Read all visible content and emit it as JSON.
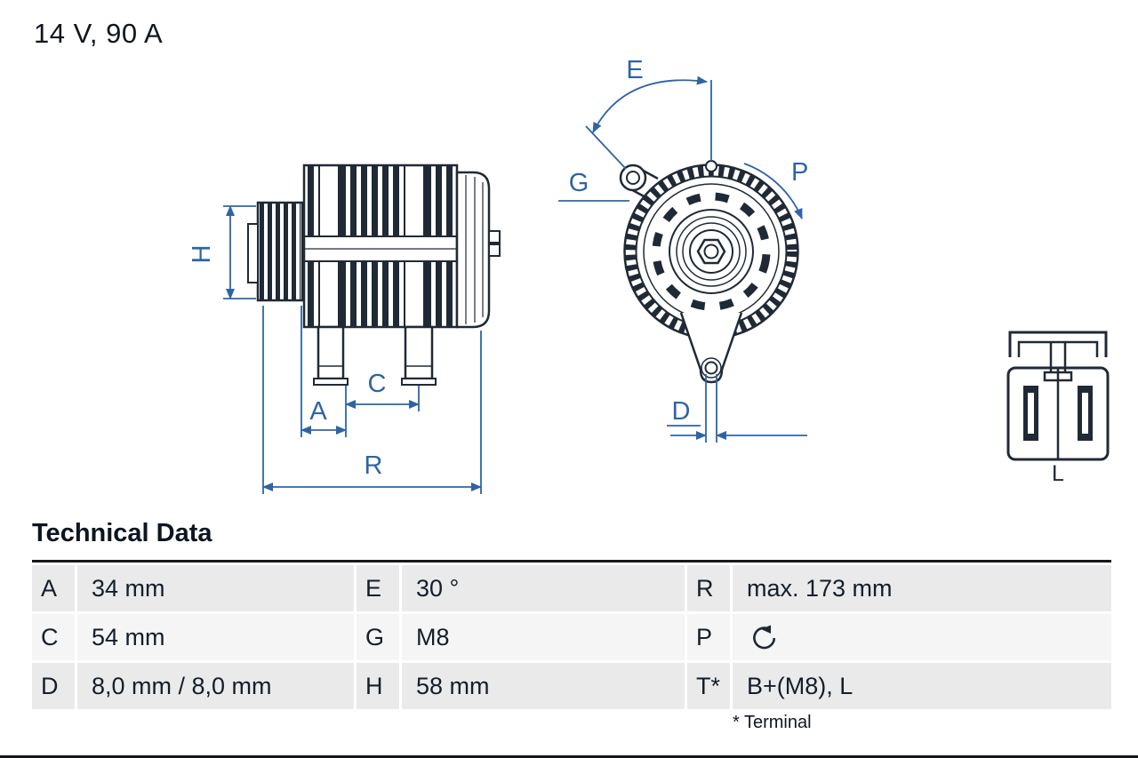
{
  "rating": "14 V, 90 A",
  "drawing": {
    "dim_labels": {
      "H": "H",
      "A": "A",
      "C": "C",
      "R": "R",
      "E": "E",
      "G": "G",
      "P": "P",
      "D": "D"
    },
    "connector_label": "L"
  },
  "technical_data": {
    "heading": "Technical Data",
    "specs": {
      "A": {
        "key": "A",
        "value": "34 mm"
      },
      "E": {
        "key": "E",
        "value": "30 °"
      },
      "R": {
        "key": "R",
        "value": "max. 173 mm"
      },
      "C": {
        "key": "C",
        "value": "54 mm"
      },
      "G": {
        "key": "G",
        "value": "M8"
      },
      "P": {
        "key": "P",
        "value": "",
        "icon": "rotation-direction"
      },
      "D": {
        "key": "D",
        "value": "8,0 mm / 8,0 mm"
      },
      "H": {
        "key": "H",
        "value": "58 mm"
      },
      "T": {
        "key": "T*",
        "value": "B+(M8), L"
      }
    },
    "footnote": "* Terminal"
  },
  "colors": {
    "line": "#202a36",
    "dimension": "#2e64a5",
    "row_shade": "#eaeaea"
  }
}
